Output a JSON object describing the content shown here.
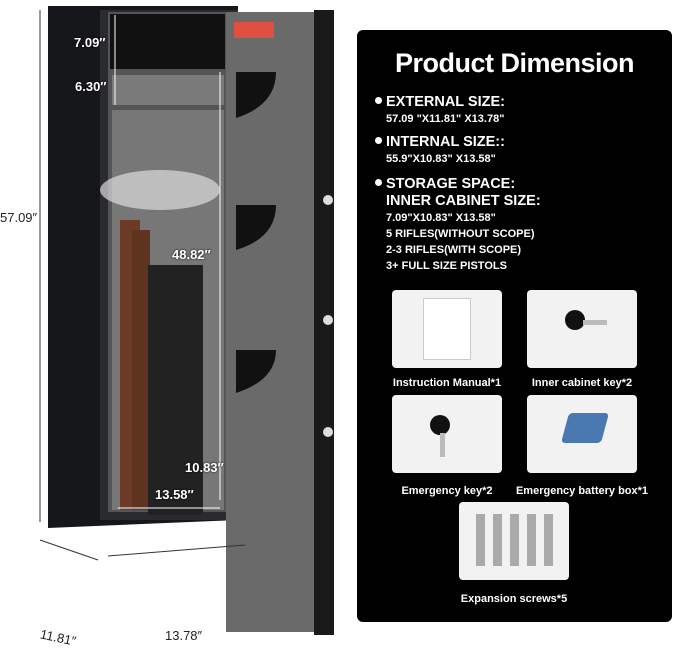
{
  "dimensions": {
    "inner_cabinet_height": "7.09″",
    "shelf_height": "6.30″",
    "total_height": "57.09″",
    "rifle_height": "48.82″",
    "inner_depth": "10.83″",
    "inner_width": "13.58″",
    "external_depth": "11.81″",
    "external_width": "13.78″"
  },
  "panel": {
    "title": "Product Dimension",
    "specs": [
      {
        "heading": "EXTERNAL SIZE:",
        "lines": [
          "57.09 \"X11.81\" X13.78\""
        ]
      },
      {
        "heading": "INTERNAL SIZE::",
        "lines": [
          "55.9\"X10.83\" X13.58\""
        ]
      },
      {
        "heading": "STORAGE SPACE:",
        "heading2": "INNER CABINET SIZE:",
        "lines": [
          "7.09\"X10.83\" X13.58\"",
          "5 RIFLES(WITHOUT SCOPE)",
          "2-3 RIFLES(WITH SCOPE)",
          "3+ FULL SIZE PISTOLS"
        ]
      }
    ],
    "accessories": [
      {
        "label": "Instruction Manual*1",
        "icon": "manual-icon"
      },
      {
        "label": "Inner cabinet key*2",
        "icon": "key-icon"
      },
      {
        "label": "Emergency key*2",
        "icon": "key-icon"
      },
      {
        "label": "Emergency battery box*1",
        "icon": "battery-box-icon"
      },
      {
        "label": "Expansion screws*5",
        "icon": "screw-icon"
      }
    ]
  },
  "colors": {
    "safe_body": "#1e1f22",
    "carpet": "#6c6c6c",
    "panel_bg": "#000000",
    "stock": "#6b3b26"
  }
}
